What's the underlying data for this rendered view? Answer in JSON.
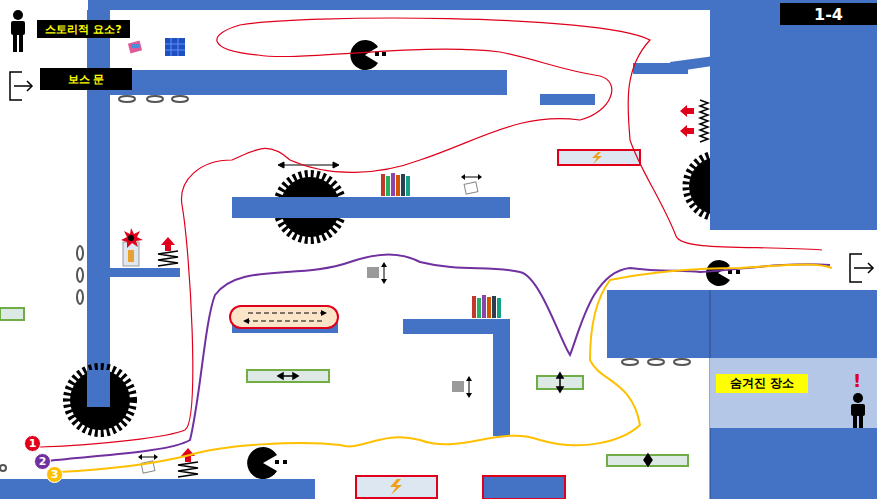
{
  "diagram": {
    "nodes": [
      {
        "text": [
          "1-4"
        ]
      },
      {
        "text": [
          "스토리적 요소?"
        ]
      },
      {
        "text": [
          "보스 문"
        ]
      },
      {
        "text": [
          "숨겨진 장소"
        ]
      },
      {
        "text": [
          "1"
        ]
      },
      {
        "text": [
          "2"
        ]
      },
      {
        "text": [
          "3"
        ]
      }
    ],
    "labels": [
      "!"
    ]
  }
}
